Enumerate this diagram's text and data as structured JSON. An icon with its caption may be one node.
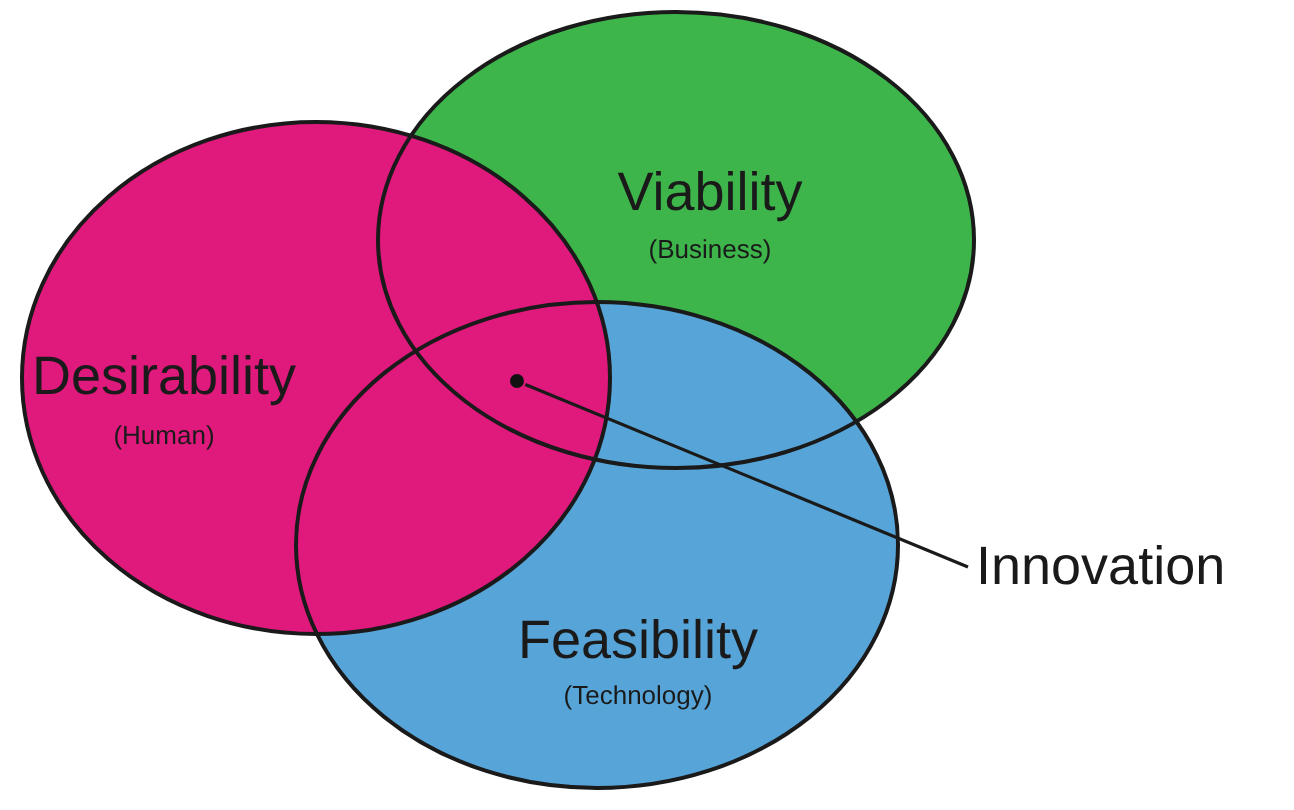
{
  "diagram": {
    "nodes": [
      {
        "text": [
          "Viability",
          "(Business)"
        ]
      },
      {
        "text": [
          "Desirability",
          "(Human)"
        ]
      },
      {
        "text": [
          "Feasibility",
          "(Technology)"
        ]
      },
      {
        "text": [],
        "shape": "circle"
      },
      {
        "text": [
          "Innovation"
        ]
      }
    ],
    "edges": [
      {
        "from": 4,
        "to": 3,
        "arrow": "none"
      }
    ]
  }
}
